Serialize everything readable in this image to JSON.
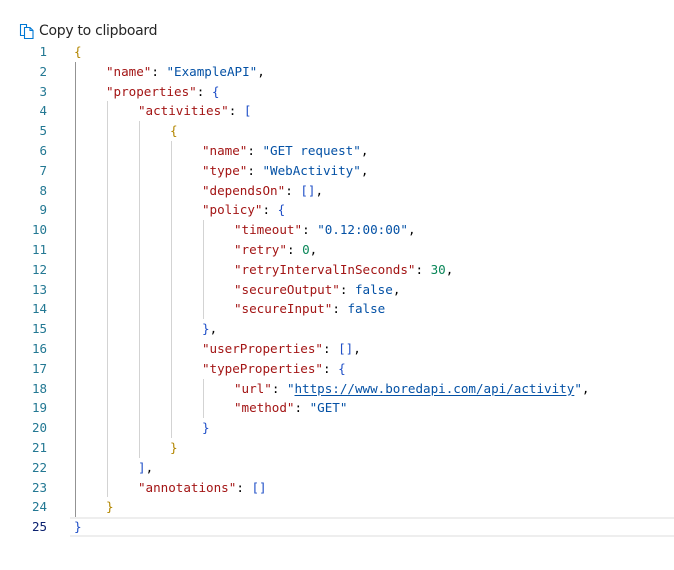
{
  "toolbar": {
    "copy_label": "Copy to clipboard",
    "copy_icon": "copy-icon",
    "icon_color": "#0078d4"
  },
  "editor": {
    "current_line": 25,
    "colors": {
      "key": "#a31515",
      "string": "#0451a5",
      "number": "#098658",
      "boolean": "#0451a5",
      "line_number": "#237893"
    },
    "lines": [
      {
        "n": "1",
        "indent": 0,
        "tokens": [
          {
            "t": "{",
            "c": "br0"
          }
        ]
      },
      {
        "n": "2",
        "indent": 1,
        "tokens": [
          {
            "t": "\"name\"",
            "c": "k"
          },
          {
            "t": ": ",
            "c": "p"
          },
          {
            "t": "\"ExampleAPI\"",
            "c": "s"
          },
          {
            "t": ",",
            "c": "p"
          }
        ]
      },
      {
        "n": "3",
        "indent": 1,
        "tokens": [
          {
            "t": "\"properties\"",
            "c": "k"
          },
          {
            "t": ": ",
            "c": "p"
          },
          {
            "t": "{",
            "c": "br1"
          }
        ]
      },
      {
        "n": "4",
        "indent": 2,
        "tokens": [
          {
            "t": "\"activities\"",
            "c": "k"
          },
          {
            "t": ": ",
            "c": "p"
          },
          {
            "t": "[",
            "c": "br1"
          }
        ]
      },
      {
        "n": "5",
        "indent": 3,
        "tokens": [
          {
            "t": "{",
            "c": "br0"
          }
        ]
      },
      {
        "n": "6",
        "indent": 4,
        "tokens": [
          {
            "t": "\"name\"",
            "c": "k"
          },
          {
            "t": ": ",
            "c": "p"
          },
          {
            "t": "\"GET request\"",
            "c": "s"
          },
          {
            "t": ",",
            "c": "p"
          }
        ]
      },
      {
        "n": "7",
        "indent": 4,
        "tokens": [
          {
            "t": "\"type\"",
            "c": "k"
          },
          {
            "t": ": ",
            "c": "p"
          },
          {
            "t": "\"WebActivity\"",
            "c": "s"
          },
          {
            "t": ",",
            "c": "p"
          }
        ]
      },
      {
        "n": "8",
        "indent": 4,
        "tokens": [
          {
            "t": "\"dependsOn\"",
            "c": "k"
          },
          {
            "t": ": ",
            "c": "p"
          },
          {
            "t": "[]",
            "c": "br1"
          },
          {
            "t": ",",
            "c": "p"
          }
        ]
      },
      {
        "n": "9",
        "indent": 4,
        "tokens": [
          {
            "t": "\"policy\"",
            "c": "k"
          },
          {
            "t": ": ",
            "c": "p"
          },
          {
            "t": "{",
            "c": "br1"
          }
        ]
      },
      {
        "n": "10",
        "indent": 5,
        "tokens": [
          {
            "t": "\"timeout\"",
            "c": "k"
          },
          {
            "t": ": ",
            "c": "p"
          },
          {
            "t": "\"0.12:00:00\"",
            "c": "s"
          },
          {
            "t": ",",
            "c": "p"
          }
        ]
      },
      {
        "n": "11",
        "indent": 5,
        "tokens": [
          {
            "t": "\"retry\"",
            "c": "k"
          },
          {
            "t": ": ",
            "c": "p"
          },
          {
            "t": "0",
            "c": "n"
          },
          {
            "t": ",",
            "c": "p"
          }
        ]
      },
      {
        "n": "12",
        "indent": 5,
        "tokens": [
          {
            "t": "\"retryIntervalInSeconds\"",
            "c": "k"
          },
          {
            "t": ": ",
            "c": "p"
          },
          {
            "t": "30",
            "c": "n"
          },
          {
            "t": ",",
            "c": "p"
          }
        ]
      },
      {
        "n": "13",
        "indent": 5,
        "tokens": [
          {
            "t": "\"secureOutput\"",
            "c": "k"
          },
          {
            "t": ": ",
            "c": "p"
          },
          {
            "t": "false",
            "c": "b"
          },
          {
            "t": ",",
            "c": "p"
          }
        ]
      },
      {
        "n": "14",
        "indent": 5,
        "tokens": [
          {
            "t": "\"secureInput\"",
            "c": "k"
          },
          {
            "t": ": ",
            "c": "p"
          },
          {
            "t": "false",
            "c": "b"
          }
        ]
      },
      {
        "n": "15",
        "indent": 4,
        "tokens": [
          {
            "t": "}",
            "c": "br1"
          },
          {
            "t": ",",
            "c": "p"
          }
        ]
      },
      {
        "n": "16",
        "indent": 4,
        "tokens": [
          {
            "t": "\"userProperties\"",
            "c": "k"
          },
          {
            "t": ": ",
            "c": "p"
          },
          {
            "t": "[]",
            "c": "br1"
          },
          {
            "t": ",",
            "c": "p"
          }
        ]
      },
      {
        "n": "17",
        "indent": 4,
        "tokens": [
          {
            "t": "\"typeProperties\"",
            "c": "k"
          },
          {
            "t": ": ",
            "c": "p"
          },
          {
            "t": "{",
            "c": "br1"
          }
        ]
      },
      {
        "n": "18",
        "indent": 5,
        "tokens": [
          {
            "t": "\"url\"",
            "c": "k"
          },
          {
            "t": ": ",
            "c": "p"
          },
          {
            "t": "\"",
            "c": "s"
          },
          {
            "t": "https://www.boredapi.com/api/activity",
            "c": "s url"
          },
          {
            "t": "\"",
            "c": "s"
          },
          {
            "t": ",",
            "c": "p"
          }
        ]
      },
      {
        "n": "19",
        "indent": 5,
        "tokens": [
          {
            "t": "\"method\"",
            "c": "k"
          },
          {
            "t": ": ",
            "c": "p"
          },
          {
            "t": "\"GET\"",
            "c": "s"
          }
        ]
      },
      {
        "n": "20",
        "indent": 4,
        "tokens": [
          {
            "t": "}",
            "c": "br1"
          }
        ]
      },
      {
        "n": "21",
        "indent": 3,
        "tokens": [
          {
            "t": "}",
            "c": "br0"
          }
        ]
      },
      {
        "n": "22",
        "indent": 2,
        "tokens": [
          {
            "t": "]",
            "c": "br1"
          },
          {
            "t": ",",
            "c": "p"
          }
        ]
      },
      {
        "n": "23",
        "indent": 2,
        "tokens": [
          {
            "t": "\"annotations\"",
            "c": "k"
          },
          {
            "t": ": ",
            "c": "p"
          },
          {
            "t": "[]",
            "c": "br1"
          }
        ]
      },
      {
        "n": "24",
        "indent": 1,
        "tokens": [
          {
            "t": "}",
            "c": "br0"
          }
        ]
      },
      {
        "n": "25",
        "indent": 0,
        "tokens": [
          {
            "t": "}",
            "c": "br1"
          }
        ]
      }
    ]
  }
}
